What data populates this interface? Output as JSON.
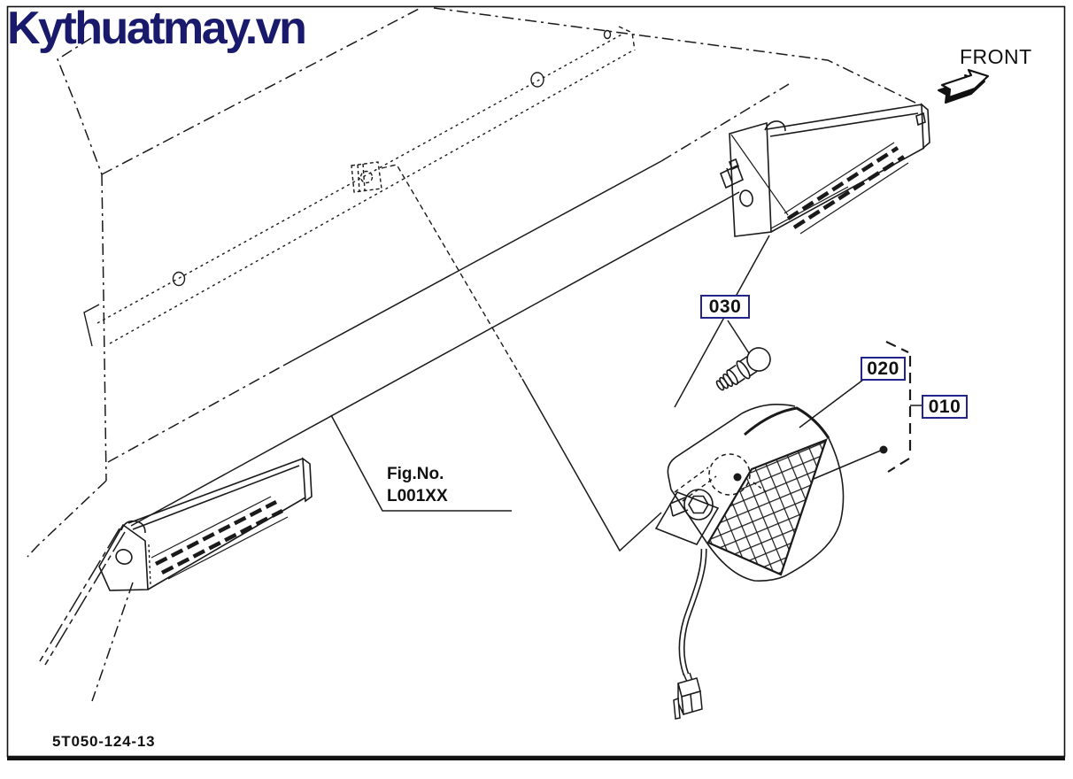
{
  "page": {
    "watermark": "Kythuatmay.vn",
    "front_label": "FRONT",
    "figure_ref": {
      "label": "Fig.No.",
      "number": "L001XX"
    },
    "drawing_code": "5T050-124-13",
    "callouts": [
      {
        "id": "030"
      },
      {
        "id": "020"
      },
      {
        "id": "010"
      }
    ],
    "colors": {
      "ink": "#1a1a1a",
      "callout_border": "#23238c",
      "watermark_navy": "#191a6b",
      "background": "#ffffff"
    }
  }
}
